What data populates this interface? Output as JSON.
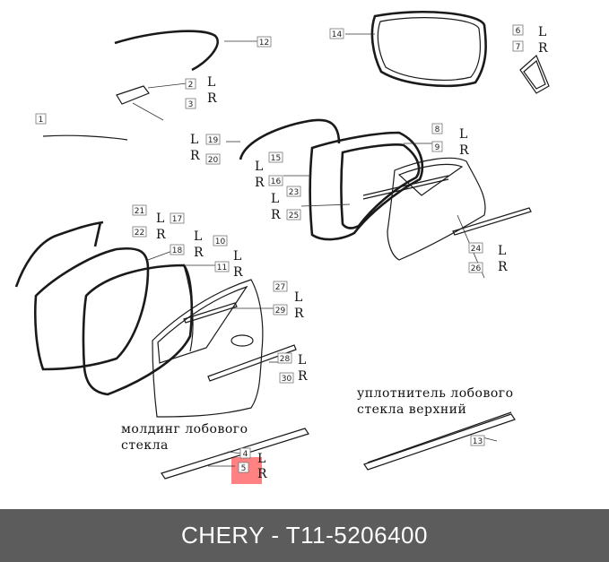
{
  "callouts": [
    {
      "id": "c1",
      "label": "1"
    },
    {
      "id": "c2",
      "label": "2"
    },
    {
      "id": "c3",
      "label": "3"
    },
    {
      "id": "c4",
      "label": "4"
    },
    {
      "id": "c5",
      "label": "5"
    },
    {
      "id": "c7",
      "label": "7"
    },
    {
      "id": "c6",
      "label": "6"
    },
    {
      "id": "c8",
      "label": "8"
    },
    {
      "id": "c9",
      "label": "9"
    },
    {
      "id": "c10",
      "label": "10"
    },
    {
      "id": "c11",
      "label": "11"
    },
    {
      "id": "c12",
      "label": "12"
    },
    {
      "id": "c13",
      "label": "13"
    },
    {
      "id": "c14",
      "label": "14"
    },
    {
      "id": "c15",
      "label": "15"
    },
    {
      "id": "c16",
      "label": "16"
    },
    {
      "id": "c17",
      "label": "17"
    },
    {
      "id": "c18",
      "label": "18"
    },
    {
      "id": "c19",
      "label": "19"
    },
    {
      "id": "c20",
      "label": "20"
    },
    {
      "id": "c21",
      "label": "21"
    },
    {
      "id": "c22",
      "label": "22"
    },
    {
      "id": "c23",
      "label": "23"
    },
    {
      "id": "c24",
      "label": "24"
    },
    {
      "id": "c25",
      "label": "25"
    },
    {
      "id": "c26",
      "label": "26"
    },
    {
      "id": "c27",
      "label": "27"
    },
    {
      "id": "c28",
      "label": "28"
    },
    {
      "id": "c29",
      "label": "29"
    },
    {
      "id": "c30",
      "label": "30"
    }
  ],
  "side_left": "L",
  "side_right": "R",
  "captions": {
    "windshield_molding_line1": "молдинг лобового",
    "windshield_molding_line2": "стекла",
    "windshield_seal_line1": "уплотнитель лобового",
    "windshield_seal_line2": "стекла верхний"
  },
  "highlight": {
    "part": "5",
    "color": "#ff6b6b"
  },
  "footer": {
    "text": "CHERY - T11-5206400"
  },
  "colors": {
    "footer_bg": "#5c5c5c",
    "footer_text": "#ffffff",
    "highlight": "#ff6b6b"
  }
}
